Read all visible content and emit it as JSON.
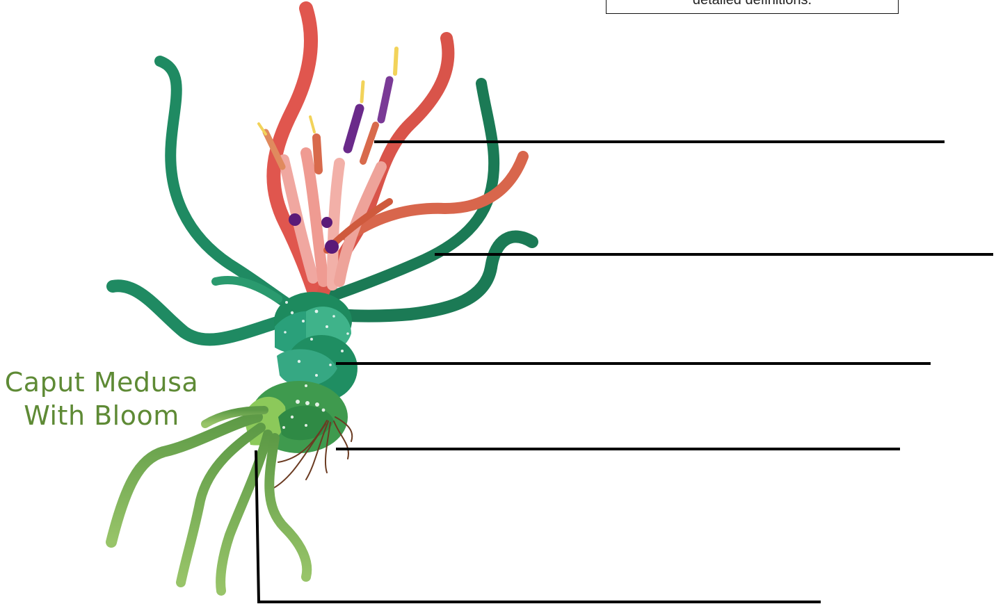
{
  "title": {
    "line1": "Caput Medusa",
    "line2": "With Bloom"
  },
  "note": {
    "text": "detailed definitions."
  },
  "colors": {
    "title_green": "#5e8a35",
    "tentacle_green": "#1f8a62",
    "bud_green": "#3f9a62",
    "root_green": "#7fb055",
    "petal_red": "#e0564e",
    "petal_pink": "#f0a7a0",
    "stamen_purple": "#6a2a8a",
    "pollen_yellow": "#f2d35a",
    "root_brown": "#6b3b22",
    "label_line": "#000000"
  },
  "label_lines": [
    "blank-1",
    "blank-2",
    "blank-3",
    "blank-4",
    "blank-5"
  ]
}
